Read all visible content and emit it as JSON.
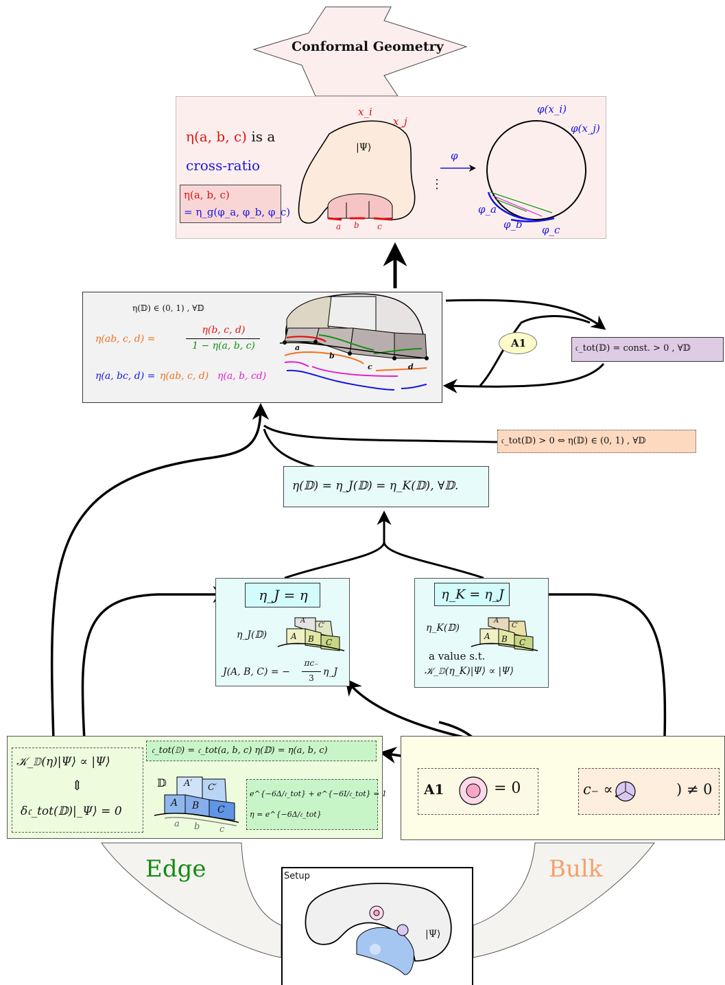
{
  "colors": {
    "red": "#e01010",
    "blue": "#1515e0",
    "orange": "#f07020",
    "green": "#109010",
    "magenta": "#e020d0",
    "edge_label": "#138a13",
    "bulk_label": "#f4a06b",
    "conformal_bg": "#fdeeee",
    "central_bg": "#f2f2f2",
    "cyan_bg": "#e8fbfb",
    "edge_bg": "#eefcde",
    "bulk_bg": "#fefde6",
    "ctot_violet": "#decbe4",
    "ctot_peach": "#fdd9c0"
  },
  "top_arrow": {
    "label": "Conformal Geometry"
  },
  "conformal_panel": {
    "line1_math": "η(a, b, c)",
    "line1_text": "is a",
    "line2": "cross-ratio",
    "formula_line1": "η(a, b, c)",
    "formula_line2": "= η_g(φ_a, φ_b, φ_c)",
    "blob_psi": "|Ψ⟩",
    "xi": "x_i",
    "xj": "x_j",
    "seg_a": "a",
    "seg_b": "b",
    "seg_c": "c",
    "map_phi": "φ",
    "dots": "⋮",
    "phi_xi": "φ(x_i)",
    "phi_xj": "φ(x_j)",
    "phi_a": "φ_a",
    "phi_b": "φ_b",
    "phi_c": "φ_c"
  },
  "central_panel": {
    "line1": "η(𝔻) ∈ (0, 1) , ∀𝔻",
    "eq2_lhs": "η(ab, c, d) =",
    "eq2_num": "η(b, c, d)",
    "eq2_den": "1 − η(a, b, c)",
    "eq3_lhs": "η(a, bc, d) =",
    "eq3_rhs1": "η(ab, c, d)",
    "eq3_rhs2": "η(a, b, cd)",
    "seg_a": "a",
    "seg_b": "b",
    "seg_c": "c",
    "seg_d": "d"
  },
  "a1_oval": "A1",
  "ctot_const": "𝔠_tot(𝔻) = const. > 0 , ∀𝔻",
  "ctot_equiv": "𝔠_tot(𝔻) > 0 ⇔ η(𝔻) ∈ (0, 1) , ∀𝔻",
  "eta_equal": "η(𝔻) = η_J(𝔻) = η_K(𝔻), ∀𝔻.",
  "etaJ_panel": {
    "title": "η_J = η",
    "label": "η_J(𝔻)",
    "formula": "J(A, B, C) = −",
    "frac_num": "πc₋",
    "frac_den": "3",
    "frac_tail": "η_J",
    "region_A": "A",
    "region_B": "B",
    "region_C": "C",
    "region_A2": "A′",
    "region_C2": "C′"
  },
  "etaK_panel": {
    "title": "η_K = η_J",
    "label": "η_K(𝔻)",
    "text1": "a value s.t.",
    "text2": "𝒦_𝔻(η_K)|Ψ⟩ ∝ |Ψ⟩",
    "region_A": "A",
    "region_B": "B",
    "region_C": "C",
    "region_A2": "A′",
    "region_C2": "C′"
  },
  "edge_panel": {
    "k_line": "𝒦_𝔻(η)|Ψ⟩ ∝ |Ψ⟩",
    "updown": "⇕",
    "delta_line": "δ𝔠_tot(𝔻)|_Ψ⟩ = 0",
    "ctot_line": "𝔠_tot(𝔻) = 𝔠_tot(a, b, c)   η(𝔻) = η(a, b, c)",
    "D_label": "𝔻",
    "region_A": "A",
    "region_B": "B",
    "region_C": "C",
    "region_A2": "A′",
    "region_C2": "C′",
    "seg_a": "a",
    "seg_b": "b",
    "seg_c": "c",
    "eq1": "e^{−6Δ/𝔠_tot} + e^{−6I/𝔠_tot} = 1",
    "eq2": "η = e^{−6Δ/𝔠_tot}"
  },
  "bulk_panel": {
    "a1": "A1",
    "a1_eq": "= 0",
    "c_minus": "c₋ ∝ J(",
    "c_minus_tail": ") ≠ 0"
  },
  "edge_label": "Edge",
  "bulk_label": "Bulk",
  "setup": {
    "title": "Setup",
    "psi": "|Ψ⟩"
  }
}
